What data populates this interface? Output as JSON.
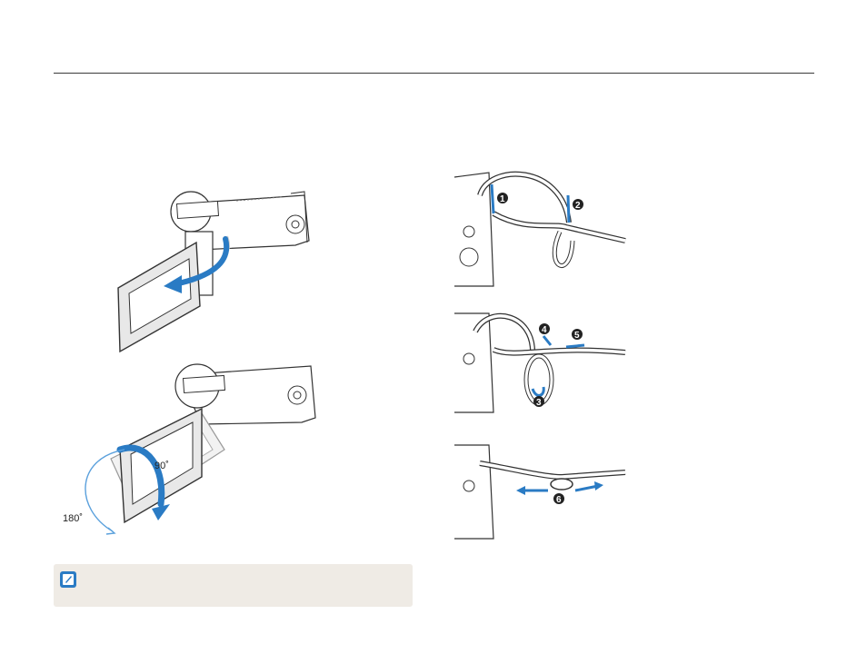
{
  "screen_rotation": {
    "angle_90": "90˚",
    "angle_180": "180˚"
  },
  "strap_attachment": {
    "steps": [
      "1",
      "2",
      "3",
      "4",
      "5",
      "6"
    ]
  },
  "colors": {
    "accent_blue": "#2a7bc4",
    "light_blue": "#5aa0dc",
    "note_background": "#efebe5",
    "rule": "#3a3a3a"
  },
  "icons": {
    "note": "note-pencil-icon"
  }
}
